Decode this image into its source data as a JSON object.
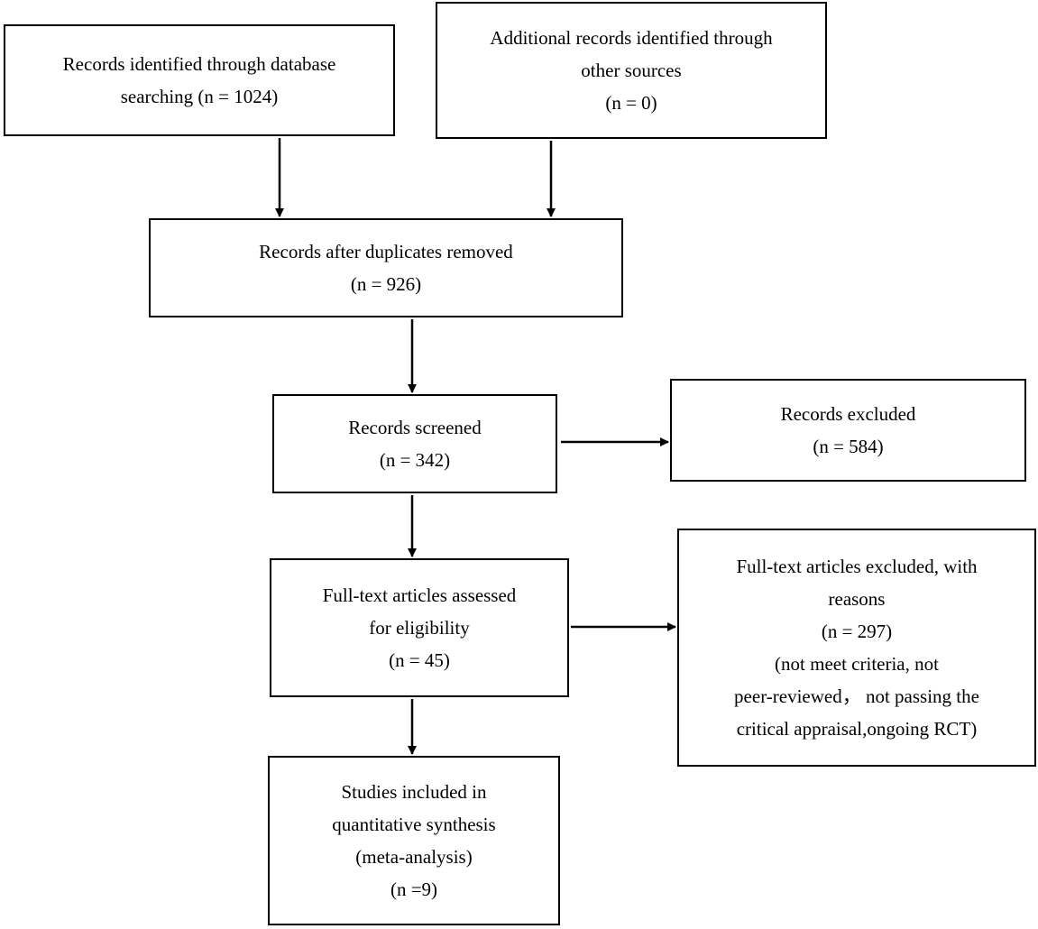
{
  "boxes": {
    "database": {
      "lines": [
        "Records identified through database",
        "searching (n = 1024)"
      ]
    },
    "additional": {
      "lines": [
        "Additional records identified through",
        "other sources",
        "(n = 0)"
      ]
    },
    "duplicates": {
      "lines": [
        "Records after duplicates removed",
        "(n = 926)"
      ]
    },
    "screened": {
      "lines": [
        "Records screened",
        "(n = 342)"
      ]
    },
    "excluded": {
      "lines": [
        "Records excluded",
        "(n = 584)"
      ]
    },
    "fulltext": {
      "lines": [
        "Full-text articles assessed",
        "for eligibility",
        "(n = 45)"
      ]
    },
    "fulltext_excluded": {
      "lines": [
        "Full-text articles excluded, with",
        "reasons",
        "(n = 297)",
        "(not meet criteria, not",
        "peer-reviewed， not passing the",
        "critical appraisal,ongoing RCT)"
      ]
    },
    "included": {
      "lines": [
        "Studies included in",
        "quantitative synthesis",
        "(meta-analysis)",
        "(n =9)"
      ]
    }
  },
  "colors": {
    "stroke": "#000000",
    "background": "#ffffff"
  }
}
